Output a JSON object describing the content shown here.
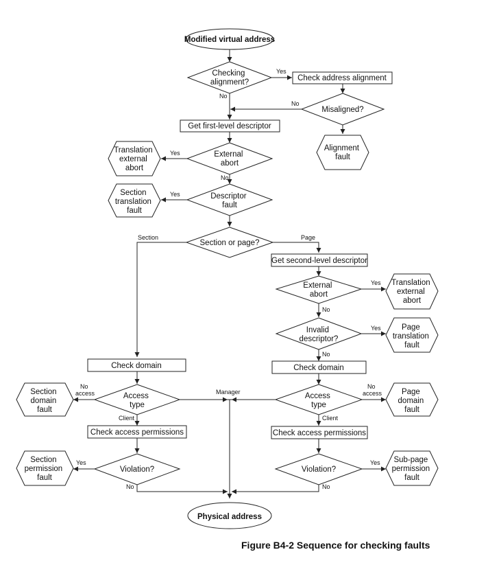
{
  "caption": "Figure B4-2 Sequence for checking faults",
  "nodes": {
    "start": "Modified virtual address",
    "checking_alignment": [
      "Checking",
      "alignment?"
    ],
    "check_alignment": "Check address alignment",
    "misaligned": "Misaligned?",
    "alignment_fault": [
      "Alignment",
      "fault"
    ],
    "get_first": "Get first-level descriptor",
    "ext_abort_1": [
      "External",
      "abort"
    ],
    "trans_ext_abort_1": [
      "Translation",
      "external",
      "abort"
    ],
    "descriptor_fault": [
      "Descriptor",
      "fault"
    ],
    "section_trans_fault": [
      "Section",
      "translation",
      "fault"
    ],
    "section_or_page": "Section or page?",
    "get_second": "Get second-level descriptor",
    "ext_abort_2": [
      "External",
      "abort"
    ],
    "trans_ext_abort_2": [
      "Translation",
      "external",
      "abort"
    ],
    "invalid_desc": [
      "Invalid",
      "descriptor?"
    ],
    "page_trans_fault": [
      "Page",
      "translation",
      "fault"
    ],
    "check_domain_left": "Check domain",
    "check_domain_right": "Check domain",
    "access_type_left": [
      "Access",
      "type"
    ],
    "access_type_right": [
      "Access",
      "type"
    ],
    "section_domain_fault": [
      "Section",
      "domain",
      "fault"
    ],
    "page_domain_fault": [
      "Page",
      "domain",
      "fault"
    ],
    "check_perm_left": "Check access permissions",
    "check_perm_right": "Check access permissions",
    "violation_left": "Violation?",
    "violation_right": "Violation?",
    "section_perm_fault": [
      "Section",
      "permission",
      "fault"
    ],
    "subpage_perm_fault": [
      "Sub-page",
      "permission",
      "fault"
    ],
    "end": "Physical address"
  },
  "edge_labels": {
    "yes_align": "Yes",
    "no_align": "No",
    "no_misaligned": "No",
    "yes_ext1": "Yes",
    "no_ext1": "No",
    "yes_desc": "Yes",
    "section": "Section",
    "page": "Page",
    "yes_ext2": "Yes",
    "no_ext2": "No",
    "yes_invalid": "Yes",
    "no_invalid": "No",
    "no_access_left": [
      "No",
      "access"
    ],
    "no_access_right": [
      "No",
      "access"
    ],
    "manager": "Manager",
    "client_left": "Client",
    "client_right": "Client",
    "yes_viol_left": "Yes",
    "yes_viol_right": "Yes",
    "no_viol_left": "No",
    "no_viol_right": "No"
  }
}
